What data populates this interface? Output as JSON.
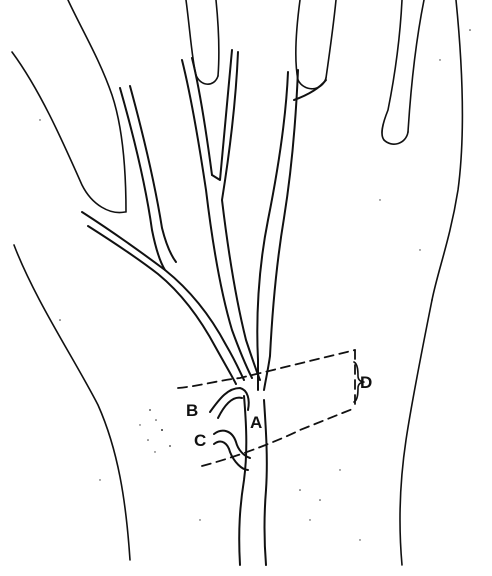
{
  "labels": {
    "a": "A",
    "b": "B",
    "c": "C",
    "d": "D"
  },
  "colors": {
    "ink": "#111111",
    "background": "#ffffff"
  }
}
